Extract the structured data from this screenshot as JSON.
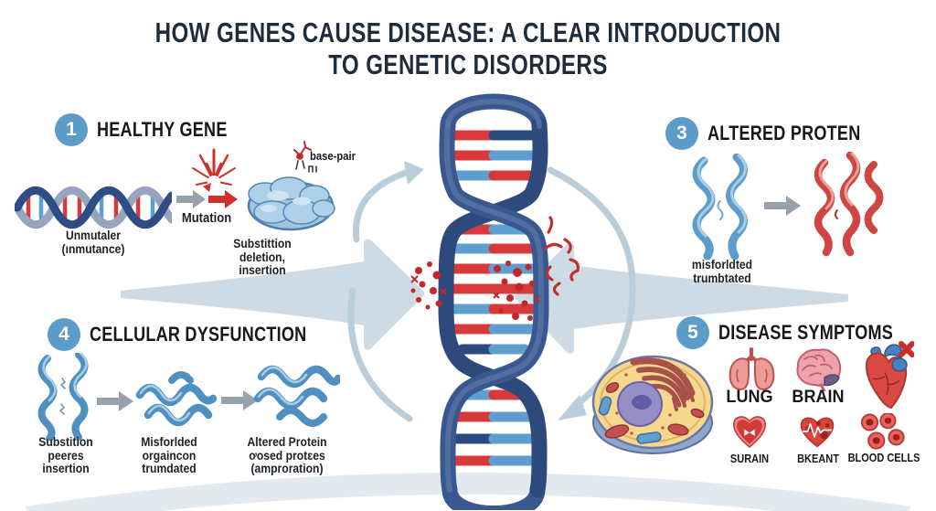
{
  "title": {
    "line1": "HOW GENES CAUSE DISEASE: A CLEAR INTRODUCTION",
    "line2": "TO GENETIC DISORDERS"
  },
  "sections": {
    "healthy_gene": {
      "number": "1",
      "heading": "HEALTHY GENE",
      "dna_label": [
        "Unmutaler",
        "(ınmutance)"
      ],
      "mutation_label": "Mutation",
      "base_pair_label": "base-pair",
      "protein_label": [
        "Substittion",
        "deletion,",
        "insertion"
      ]
    },
    "altered_protein": {
      "number": "3",
      "heading": "ALTERED PROTEN",
      "label": [
        "misforldted",
        "trumbtated"
      ]
    },
    "cellular_dysfunction": {
      "number": "4",
      "heading": "CELLULAR DYSFUNCTION",
      "step1_label": [
        "Substition",
        "peeres",
        "insertion"
      ],
      "step2_label": [
        "Misforlded",
        "orgaincon",
        "trumdated"
      ],
      "step3_label": [
        "Altered Protein",
        "ơosed protɛes",
        "(amproration)"
      ]
    },
    "disease_symptoms": {
      "number": "5",
      "heading": "DISEASE SYMPTOMS",
      "organ_labels": {
        "lung": "LUNG",
        "brain": "BRAIN",
        "surain": "SURAIN",
        "bkeant": "BKEANT",
        "blood_cells": "BLOOD CELLS"
      }
    }
  },
  "colors": {
    "badge_blue": "#5b9cc9",
    "title_navy": "#1e2c3c",
    "accent_red": "#cf322e",
    "dna_strand_navy": "#3a5890",
    "rung_blue": "#5f9fd0",
    "rung_red": "#d8393b",
    "rung_dark_navy": "#2c4a80",
    "protein_blue": "#5d9dcb",
    "protein_red": "#ce4643",
    "swoosh_gray_blue": "#cfdbe4",
    "arc_blue": "#b9cdda",
    "cell_yellow": "#f6d88d",
    "nucleus_purple": "#958fc6"
  }
}
